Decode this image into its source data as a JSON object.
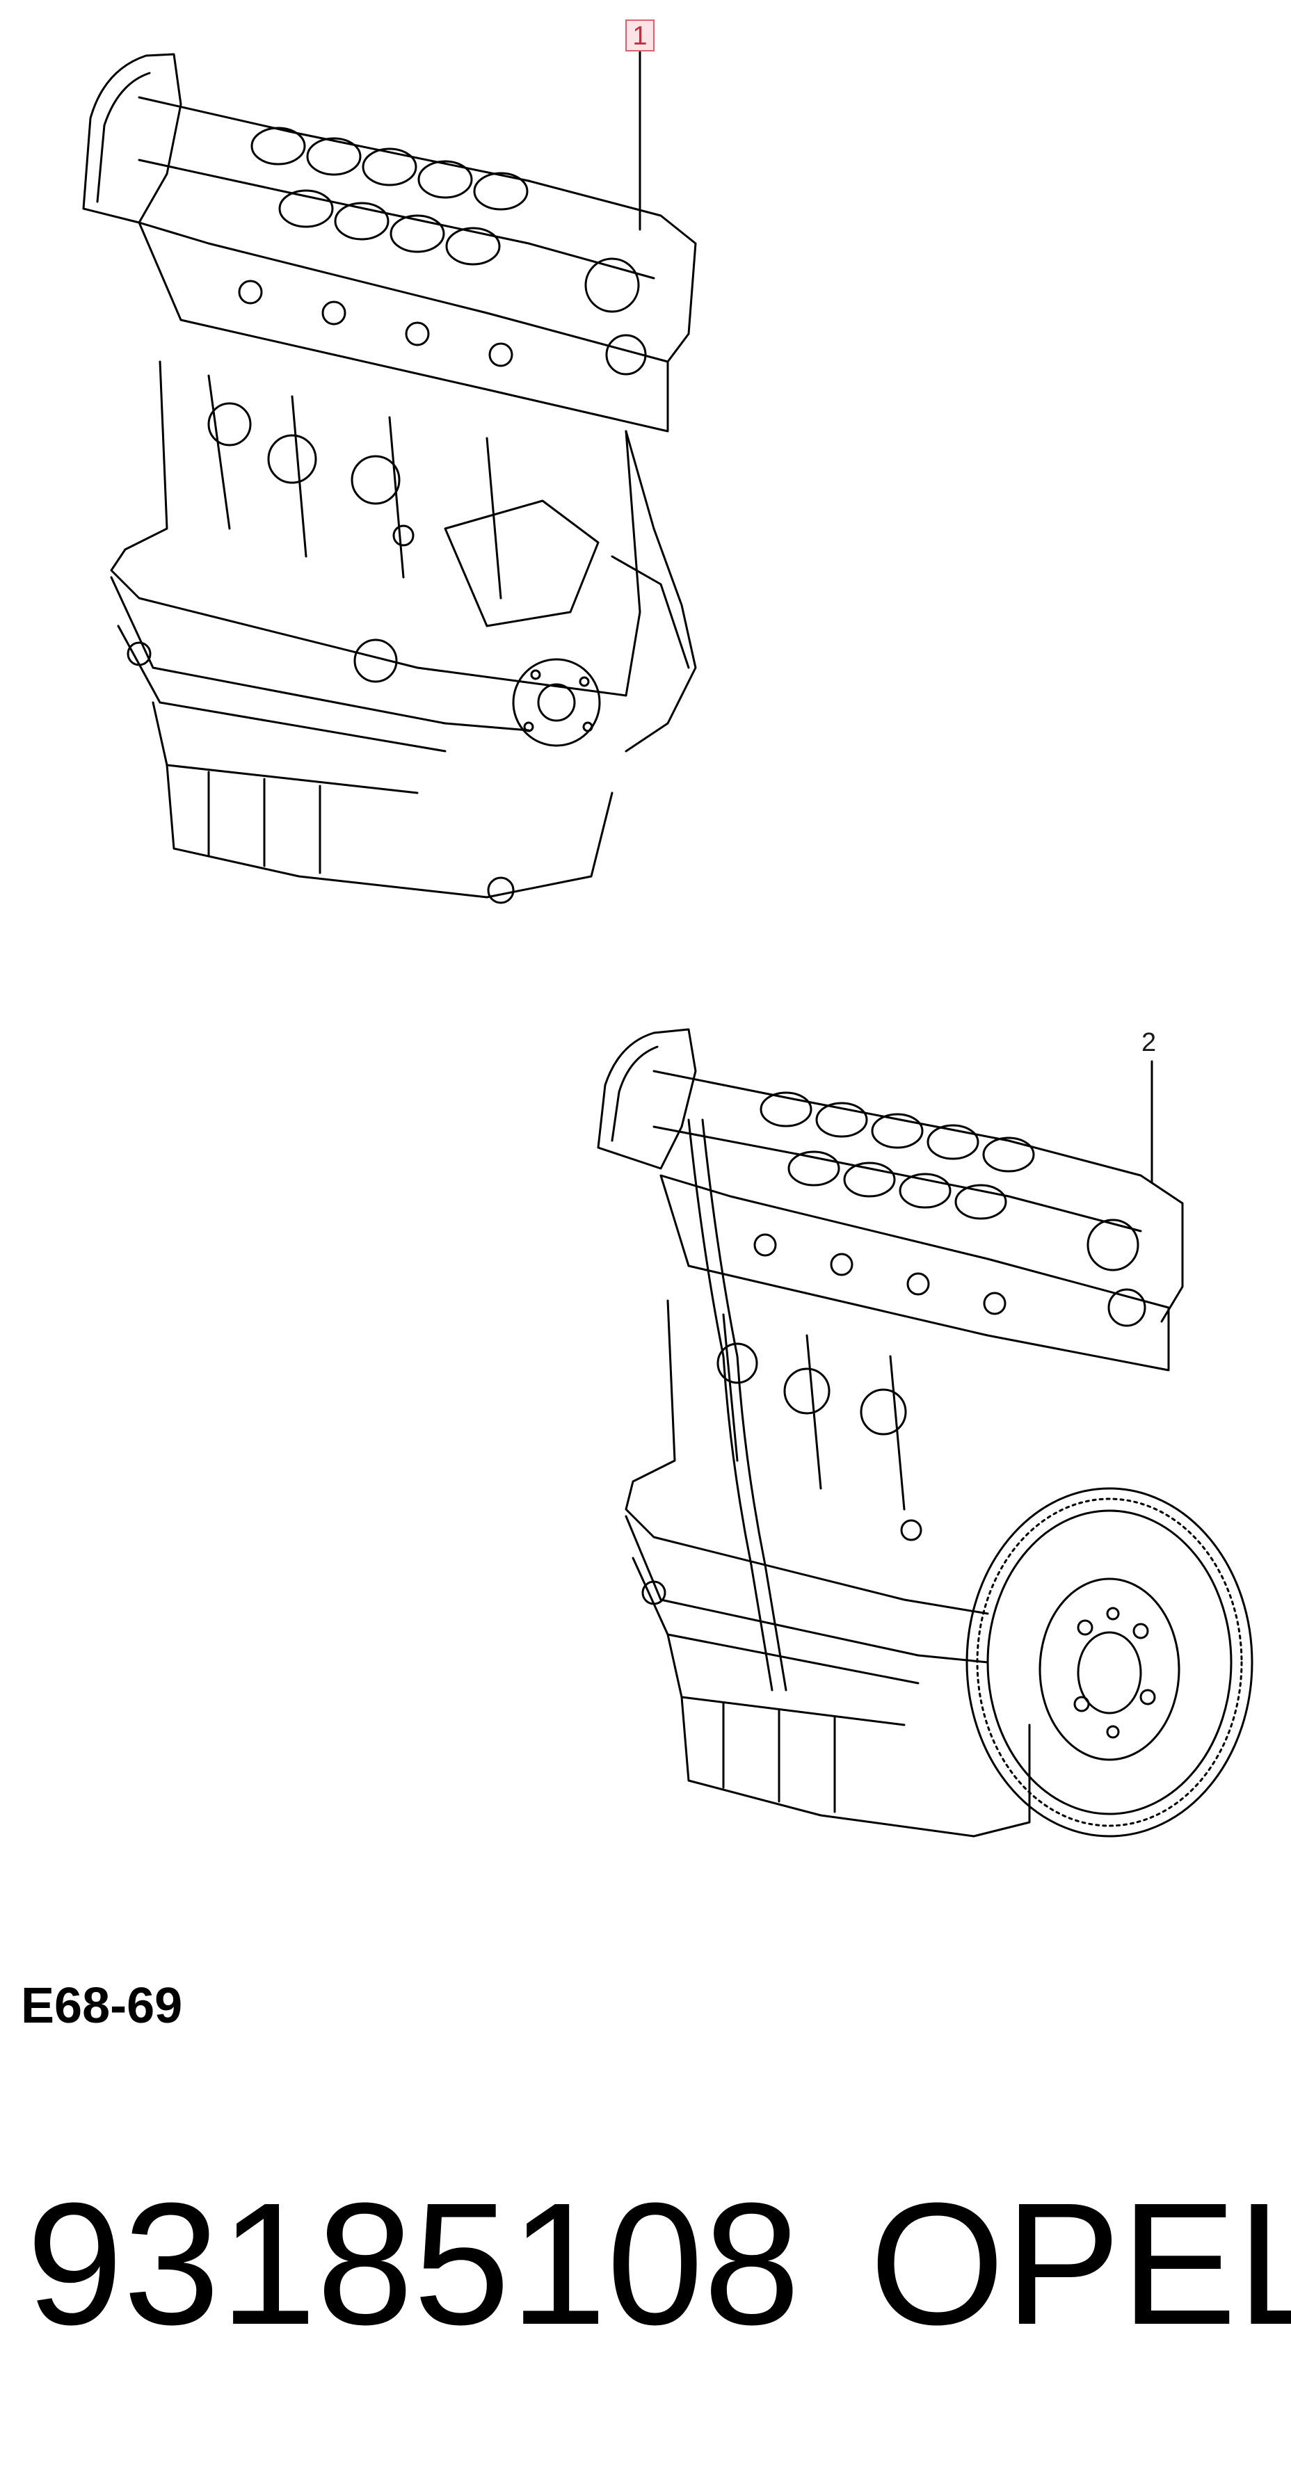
{
  "diagram": {
    "callouts": [
      {
        "label": "1",
        "highlighted": true,
        "highlight_color": "#fbe3e6",
        "border_color": "#d9646e"
      },
      {
        "label": "2",
        "highlighted": false
      }
    ],
    "line_color": "#000000"
  },
  "section_code": "E68-69",
  "footer": {
    "part_number": "93185108",
    "brand": "OPEL"
  }
}
